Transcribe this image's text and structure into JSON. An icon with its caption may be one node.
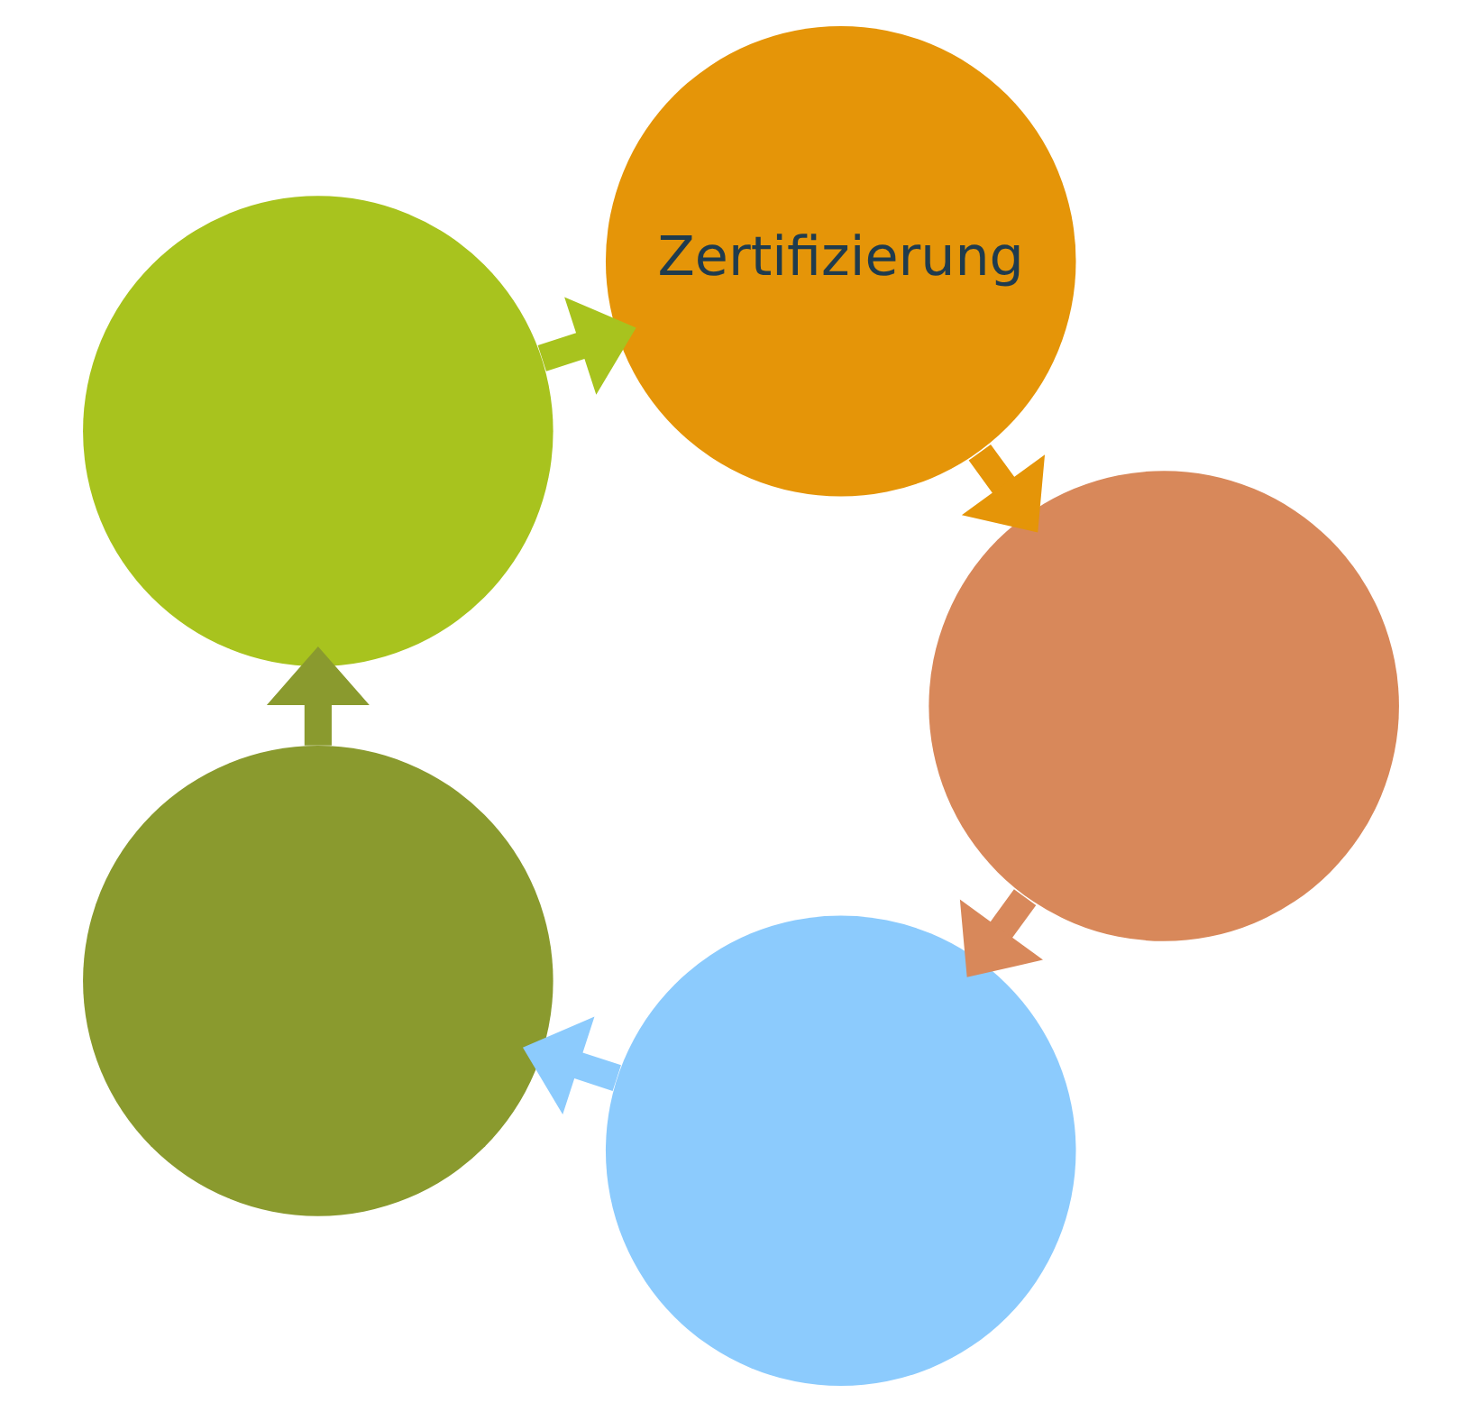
{
  "diagram": {
    "nodes": [
      {
        "text": [],
        "shape": "circle"
      },
      {
        "text": [],
        "shape": "circle"
      },
      {
        "text": [],
        "shape": "circle"
      },
      {
        "text": [
          "Zertifizierung"
        ]
      },
      {
        "text": [],
        "shape": "circle"
      }
    ],
    "edges": [
      {
        "from": 0,
        "to": 2,
        "arrow": "to",
        "color": "#8ccbfd"
      },
      {
        "from": 2,
        "to": 4,
        "arrow": "to",
        "color": "#8a9a2e"
      },
      {
        "from": 4,
        "to": 3,
        "arrow": "to",
        "color": "#a8c31e"
      },
      {
        "from": 3,
        "to": 1,
        "arrow": "to",
        "color": "#e59508"
      },
      {
        "from": 1,
        "to": 0,
        "arrow": "to",
        "color": "#d8885a"
      }
    ]
  }
}
